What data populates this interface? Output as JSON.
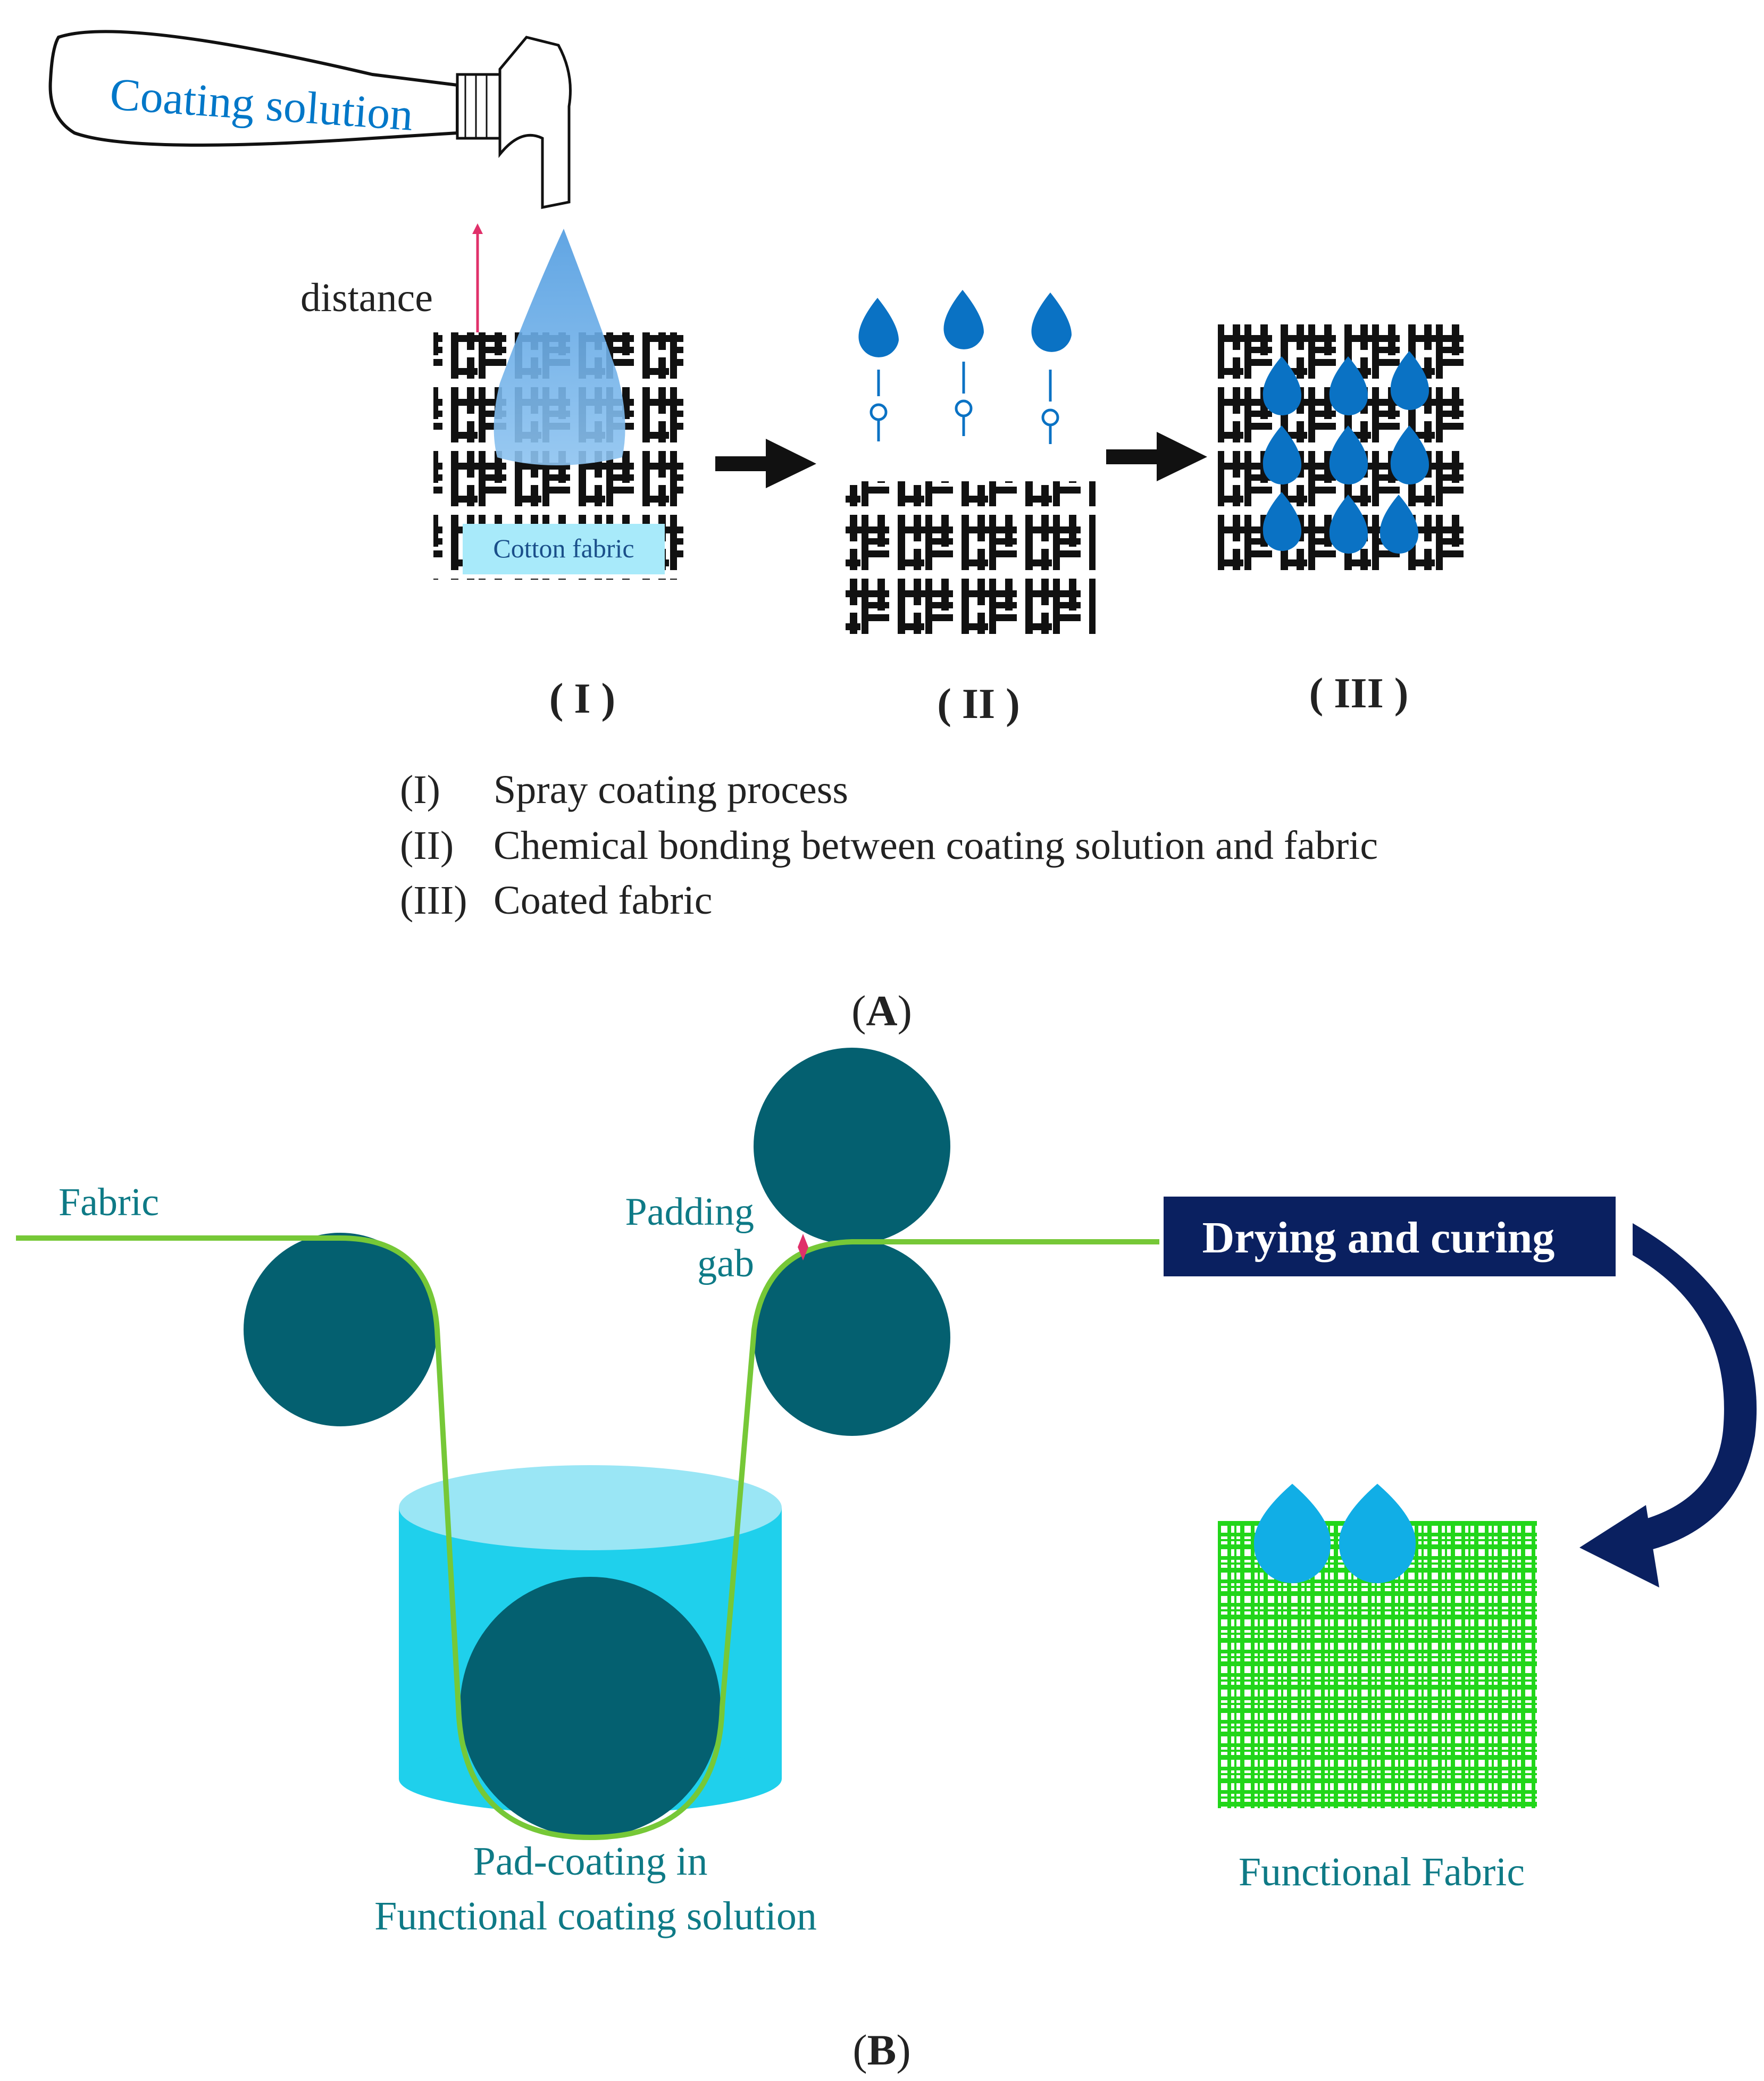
{
  "panel_a": {
    "bottle_label": "Coating solution",
    "distance_label": "distance",
    "fabric_label": "Cotton fabric",
    "stage_labels": [
      "( I )",
      "( II )",
      "( III )"
    ],
    "legend": [
      {
        "num": "(I)",
        "text": "Spray coating process"
      },
      {
        "num": "(II)",
        "text": "Chemical bonding between coating solution and fabric"
      },
      {
        "num": "(III)",
        "text": "Coated fabric"
      }
    ],
    "caption_letter": "A",
    "caption_open": "(",
    "caption_close": ")"
  },
  "panel_b": {
    "fabric_label": "Fabric",
    "padding_label_1": "Padding",
    "padding_label_2": "gab",
    "drying_label": "Drying and curing",
    "bath_label_1": "Pad-coating in",
    "bath_label_2": "Functional coating solution",
    "functional_label": "Functional Fabric",
    "caption_letter": "B",
    "caption_open": "(",
    "caption_close": ")"
  },
  "colors": {
    "drop_blue": "#0a72c4",
    "roller_teal": "#046070",
    "fabric_line_green": "#76c837",
    "bath_cyan": "#1fd0ec",
    "bath_top": "#9ae6f5",
    "drying_box": "#0a2060",
    "functional_green": "#22d61a",
    "distance_arrow_pink": "#e0306a"
  }
}
